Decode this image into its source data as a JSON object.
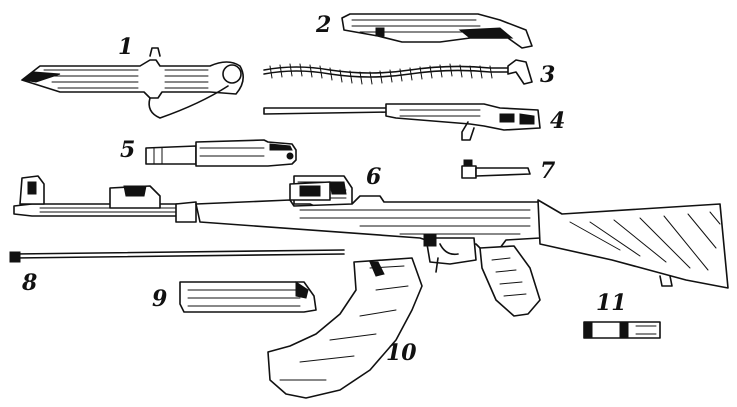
{
  "diagram": {
    "labels": {
      "part_1": "1",
      "part_2": "2",
      "part_3": "3",
      "part_4": "4",
      "part_5": "5",
      "part_6": "6",
      "part_7": "7",
      "part_8": "8",
      "part_9": "9",
      "part_10": "10",
      "part_11": "11"
    },
    "colors": {
      "ink": "#111111",
      "paper": "#ffffff"
    }
  }
}
